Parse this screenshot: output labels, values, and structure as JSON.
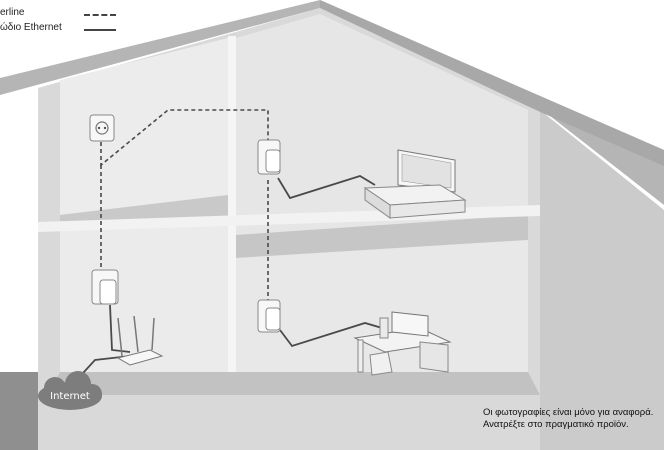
{
  "legend": {
    "powerline_label": "erline",
    "ethernet_label": "ώδιο Ethernet"
  },
  "internet_label": "Internet",
  "disclaimer": "Οι φωτογραφίες είναι μόνο για αναφορά. Ανατρέξτε στο πραγματικό προϊόν.",
  "colors": {
    "wall": "#d6d6d6",
    "roof": "#b9b9b9",
    "room_back": "#e9e9e9",
    "floor": "#c4c4c4",
    "ground": "#8f8f8f",
    "cloud": "#7d7d7d",
    "cable": "#4a4a4a"
  },
  "icons": [
    "wall-socket-icon",
    "powerline-adapter-icon",
    "tv-icon",
    "router-icon",
    "computer-icon",
    "cloud-icon"
  ]
}
